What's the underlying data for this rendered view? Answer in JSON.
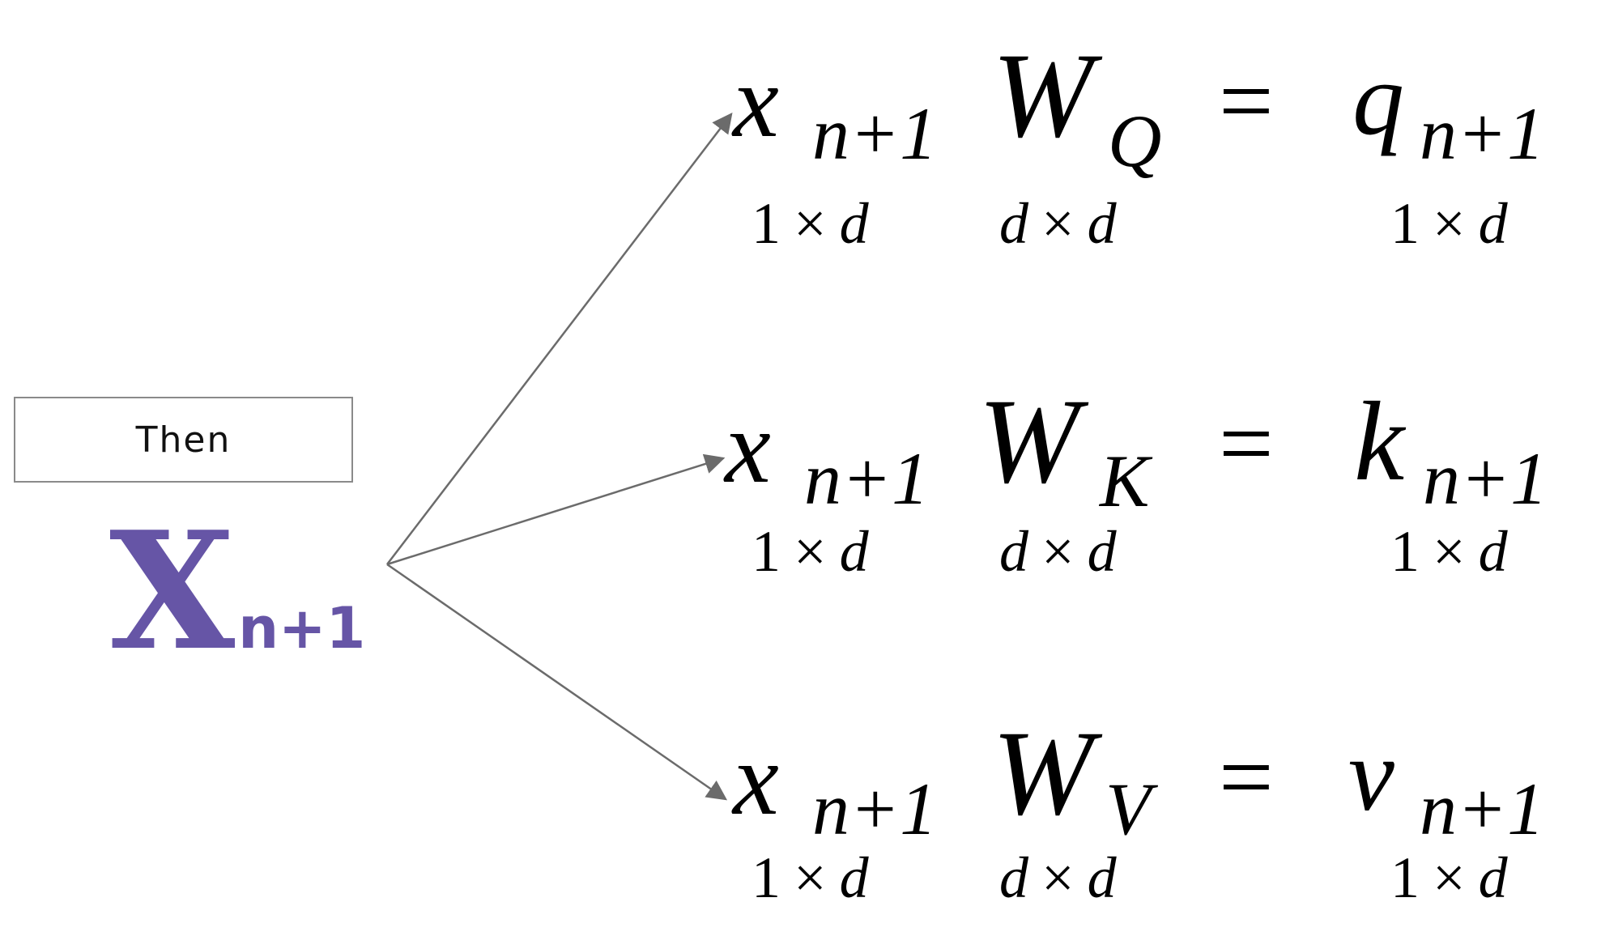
{
  "then_label": "Then",
  "token": {
    "main": "X",
    "subscript": "n+1",
    "color": "#6655a6"
  },
  "equations": [
    {
      "input": "x",
      "input_sub": "n+1",
      "weight": "W",
      "weight_sub": "Q",
      "equals": "=",
      "output": "q",
      "output_sub": "n+1",
      "dims": [
        {
          "a": "1",
          "op": "×",
          "b": "d"
        },
        {
          "a": "d",
          "op": "×",
          "b": "d"
        },
        {
          "a": "1",
          "op": "×",
          "b": "d"
        }
      ]
    },
    {
      "input": "x",
      "input_sub": "n+1",
      "weight": "W",
      "weight_sub": "K",
      "equals": "=",
      "output": "k",
      "output_sub": "n+1",
      "dims": [
        {
          "a": "1",
          "op": "×",
          "b": "d"
        },
        {
          "a": "d",
          "op": "×",
          "b": "d"
        },
        {
          "a": "1",
          "op": "×",
          "b": "d"
        }
      ]
    },
    {
      "input": "x",
      "input_sub": "n+1",
      "weight": "W",
      "weight_sub": "V",
      "equals": "=",
      "output": "v",
      "output_sub": "n+1",
      "dims": [
        {
          "a": "1",
          "op": "×",
          "b": "d"
        },
        {
          "a": "d",
          "op": "×",
          "b": "d"
        },
        {
          "a": "1",
          "op": "×",
          "b": "d"
        }
      ]
    }
  ],
  "arrow_color": "#6b6b6b"
}
